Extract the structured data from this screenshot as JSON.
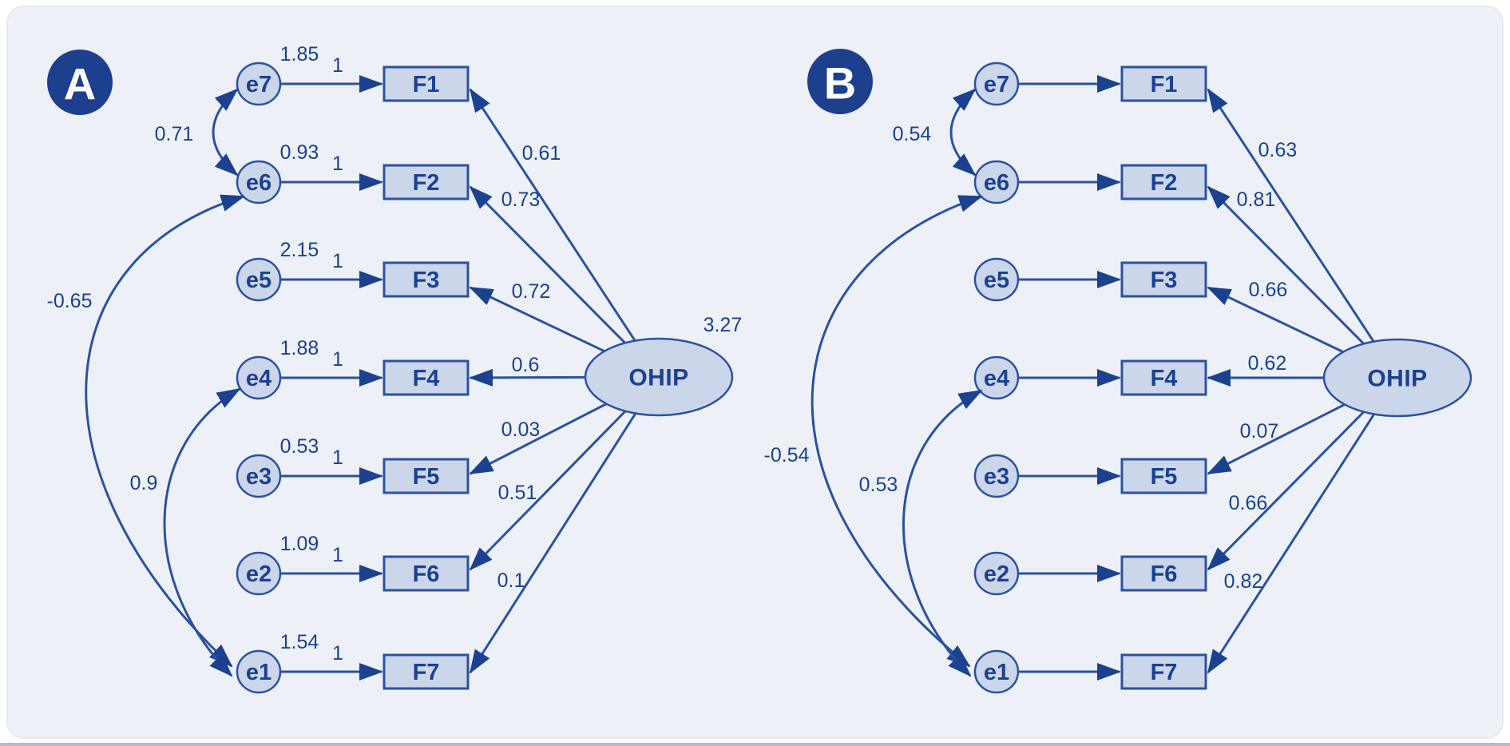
{
  "figure": {
    "type": "structural-equation-model path diagrams",
    "colors": {
      "line": "#2a529f",
      "text": "#1a4191",
      "node_fill": "#ccd6ea",
      "badge_fill": "#1c3f8e",
      "panel_background": "#edf1f7",
      "page_background": "#ffffff",
      "bottom_edge": "#b3bcc9"
    },
    "panels": [
      {
        "label": "A",
        "latent": {
          "label": "OHIP",
          "variance": "3.27"
        },
        "nodes": [
          {
            "error": "e7",
            "indicator": "F1",
            "error_variance": "1.85",
            "regression_weight": "1",
            "loading": "0.61"
          },
          {
            "error": "e6",
            "indicator": "F2",
            "error_variance": "0.93",
            "regression_weight": "1",
            "loading": "0.73"
          },
          {
            "error": "e5",
            "indicator": "F3",
            "error_variance": "2.15",
            "regression_weight": "1",
            "loading": "0.72"
          },
          {
            "error": "e4",
            "indicator": "F4",
            "error_variance": "1.88",
            "regression_weight": "1",
            "loading": "0.6"
          },
          {
            "error": "e3",
            "indicator": "F5",
            "error_variance": "0.53",
            "regression_weight": "1",
            "loading": "0.03"
          },
          {
            "error": "e2",
            "indicator": "F6",
            "error_variance": "1.09",
            "regression_weight": "1",
            "loading": "0.51"
          },
          {
            "error": "e1",
            "indicator": "F7",
            "error_variance": "1.54",
            "regression_weight": "1",
            "loading": "0.1"
          }
        ],
        "covariances": [
          {
            "between": [
              "e7",
              "e6"
            ],
            "value": "0.71"
          },
          {
            "between": [
              "e6",
              "e1"
            ],
            "value": "-0.65"
          },
          {
            "between": [
              "e4",
              "e1"
            ],
            "value": "0.9"
          }
        ]
      },
      {
        "label": "B",
        "latent": {
          "label": "OHIP",
          "variance": ""
        },
        "nodes": [
          {
            "error": "e7",
            "indicator": "F1",
            "error_variance": "",
            "regression_weight": "",
            "loading": "0.63"
          },
          {
            "error": "e6",
            "indicator": "F2",
            "error_variance": "",
            "regression_weight": "",
            "loading": "0.81"
          },
          {
            "error": "e5",
            "indicator": "F3",
            "error_variance": "",
            "regression_weight": "",
            "loading": "0.66"
          },
          {
            "error": "e4",
            "indicator": "F4",
            "error_variance": "",
            "regression_weight": "",
            "loading": "0.62"
          },
          {
            "error": "e3",
            "indicator": "F5",
            "error_variance": "",
            "regression_weight": "",
            "loading": "0.07"
          },
          {
            "error": "e2",
            "indicator": "F6",
            "error_variance": "",
            "regression_weight": "",
            "loading": "0.66"
          },
          {
            "error": "e1",
            "indicator": "F7",
            "error_variance": "",
            "regression_weight": "",
            "loading": "0.82"
          }
        ],
        "covariances": [
          {
            "between": [
              "e7",
              "e6"
            ],
            "value": "0.54"
          },
          {
            "between": [
              "e6",
              "e1"
            ],
            "value": "-0.54"
          },
          {
            "between": [
              "e4",
              "e1"
            ],
            "value": "0.53"
          }
        ]
      }
    ]
  }
}
